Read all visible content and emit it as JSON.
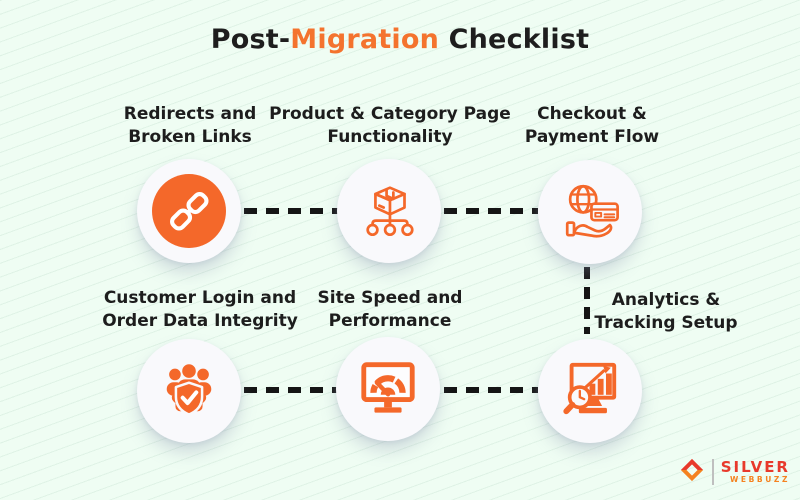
{
  "title": {
    "pre": "Post-",
    "accent": "Migration",
    "post": " Checklist"
  },
  "items": [
    {
      "name": "redirects-broken-links",
      "line1": "Redirects and",
      "line2": "Broken Links",
      "icon": "chain-link-icon"
    },
    {
      "name": "product-category-functionality",
      "line1": "Product & Category Page",
      "line2": "Functionality",
      "icon": "package-category-tree-icon"
    },
    {
      "name": "checkout-payment-flow",
      "line1": "Checkout &",
      "line2": "Payment Flow",
      "icon": "globe-card-hand-icon"
    },
    {
      "name": "customer-login-order-data",
      "line1": "Customer Login and",
      "line2": "Order Data Integrity",
      "icon": "team-shield-gear-icon"
    },
    {
      "name": "site-speed-performance",
      "line1": "Site Speed and",
      "line2": "Performance",
      "icon": "monitor-speedometer-icon"
    },
    {
      "name": "analytics-tracking-setup",
      "line1": "Analytics &",
      "line2": "Tracking Setup",
      "icon": "analytics-magnifier-chart-icon"
    }
  ],
  "logo": {
    "brand": "SILVER",
    "sub": "WEBBUZZ"
  },
  "colors": {
    "background": "#EFFDF3",
    "accent_orange": "#F4682A",
    "title_orange": "#F4732E",
    "text_dark": "#1D1D1D",
    "connector_black": "#151515",
    "logo_red": "#E8392B",
    "logo_orange": "#F58220"
  }
}
